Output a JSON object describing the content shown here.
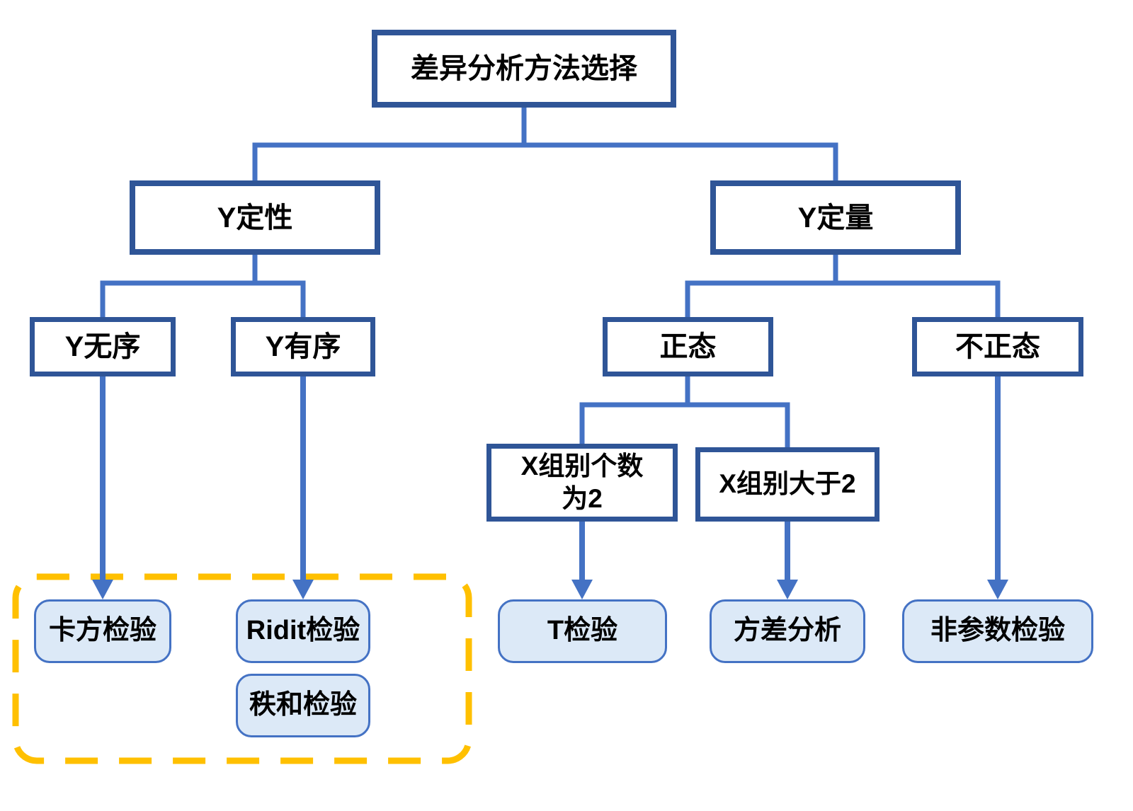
{
  "diagram_title": "差异分析方法选择",
  "colors": {
    "connector": "#4472C4",
    "box_border": "#2F5597",
    "leaf_fill": "#DCE9F7",
    "leaf_border": "#4472C4",
    "highlight_dash": "#FFC000",
    "text": "#000000",
    "background": "#FFFFFF"
  },
  "nodes": {
    "root": {
      "label": "差异分析方法选择"
    },
    "y_qualitative": {
      "label": "Y定性"
    },
    "y_quantitative": {
      "label": "Y定量"
    },
    "y_unordered": {
      "label": "Y无序"
    },
    "y_ordered": {
      "label": "Y有序"
    },
    "normal": {
      "label": "正态"
    },
    "not_normal": {
      "label": "不正态"
    },
    "x_groups_eq2": {
      "label": "X组别个数\n为2"
    },
    "x_groups_gt2": {
      "label": "X组别大于2"
    },
    "chi_square": {
      "label": "卡方检验"
    },
    "ridit": {
      "label": "Ridit检验"
    },
    "rank_sum": {
      "label": "秩和检验"
    },
    "t_test": {
      "label": "T检验"
    },
    "anova": {
      "label": "方差分析"
    },
    "nonparametric": {
      "label": "非参数检验"
    }
  },
  "edges": [
    "差异分析方法选择 → Y定性",
    "差异分析方法选择 → Y定量",
    "Y定性 → Y无序",
    "Y定性 → Y有序",
    "Y定量 → 正态",
    "Y定量 → 不正态",
    "正态 → X组别个数为2",
    "正态 → X组别大于2",
    "Y无序 → 卡方检验",
    "Y有序 → Ridit检验",
    "X组别个数为2 → T检验",
    "X组别大于2 → 方差分析",
    "不正态 → 非参数检验"
  ],
  "highlight_group": [
    "卡方检验",
    "Ridit检验",
    "秩和检验"
  ]
}
